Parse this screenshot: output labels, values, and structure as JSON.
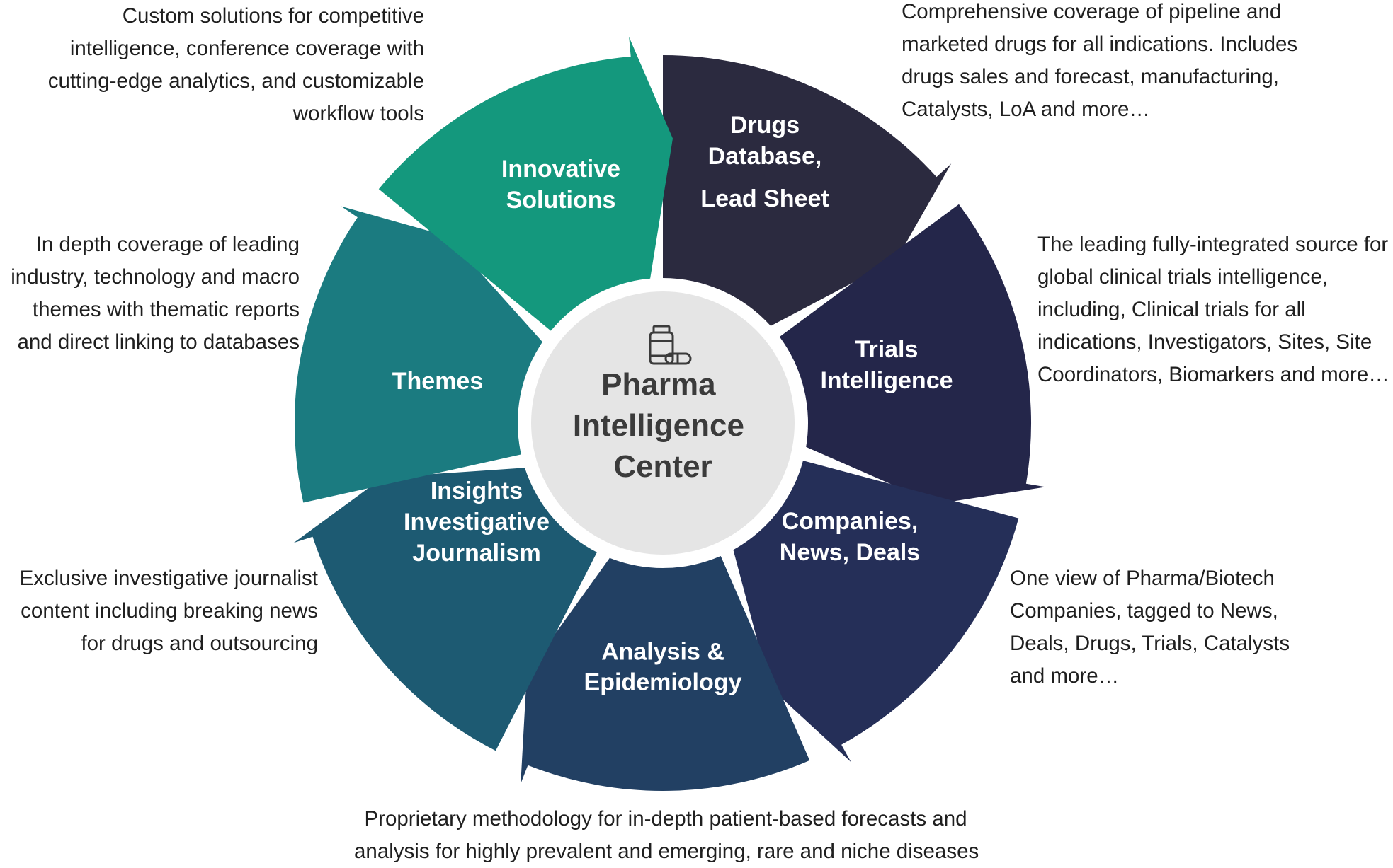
{
  "hub": {
    "lines": [
      "Pharma",
      "Intelligence",
      "Center"
    ],
    "icon": "medicine-bottle-and-pill-icon"
  },
  "segments": [
    {
      "id": "drugs",
      "lines": [
        "Drugs",
        "Database,",
        "Lead Sheet"
      ],
      "color": "#2b2a3f"
    },
    {
      "id": "trials",
      "lines": [
        "Trials",
        "Intelligence"
      ],
      "color": "#24264a"
    },
    {
      "id": "companies",
      "lines": [
        "Companies,",
        "News, Deals"
      ],
      "color": "#252f58"
    },
    {
      "id": "analysis",
      "lines": [
        "Analysis  &",
        "Epidemiology"
      ],
      "color": "#224063"
    },
    {
      "id": "insights",
      "lines": [
        "Insights",
        "Investigative",
        "Journalism"
      ],
      "color": "#1d5a72"
    },
    {
      "id": "themes",
      "lines": [
        "Themes"
      ],
      "color": "#1b7b80"
    },
    {
      "id": "innovative",
      "lines": [
        "Innovative",
        "Solutions"
      ],
      "color": "#14987d"
    }
  ],
  "descriptions": {
    "innovative": [
      "Custom solutions for competitive",
      "intelligence, conference coverage with",
      "cutting-edge analytics, and customizable",
      "workflow tools"
    ],
    "drugs": [
      "Comprehensive coverage of pipeline and",
      "marketed drugs for all indications.  Includes",
      "drugs sales and forecast, manufacturing,",
      "Catalysts, LoA and more…"
    ],
    "themes": [
      "In depth coverage of leading",
      "industry, technology and macro",
      "themes with thematic reports",
      "and direct linking to databases"
    ],
    "trials": [
      "The leading fully-integrated source for",
      "global clinical trials intelligence,",
      "including, Clinical trials for all",
      "indications, Investigators, Sites, Site",
      "Coordinators, Biomarkers and more…"
    ],
    "insights": [
      "Exclusive investigative journalist",
      "content including breaking news",
      "for drugs and outsourcing"
    ],
    "companies": [
      "One view of Pharma/Biotech",
      "Companies, tagged to News,",
      "Deals, Drugs, Trials, Catalysts",
      "and more…"
    ],
    "analysis": [
      "Proprietary methodology for in-depth patient-based forecasts and",
      "analysis for highly prevalent and emerging, rare and niche diseases"
    ]
  }
}
